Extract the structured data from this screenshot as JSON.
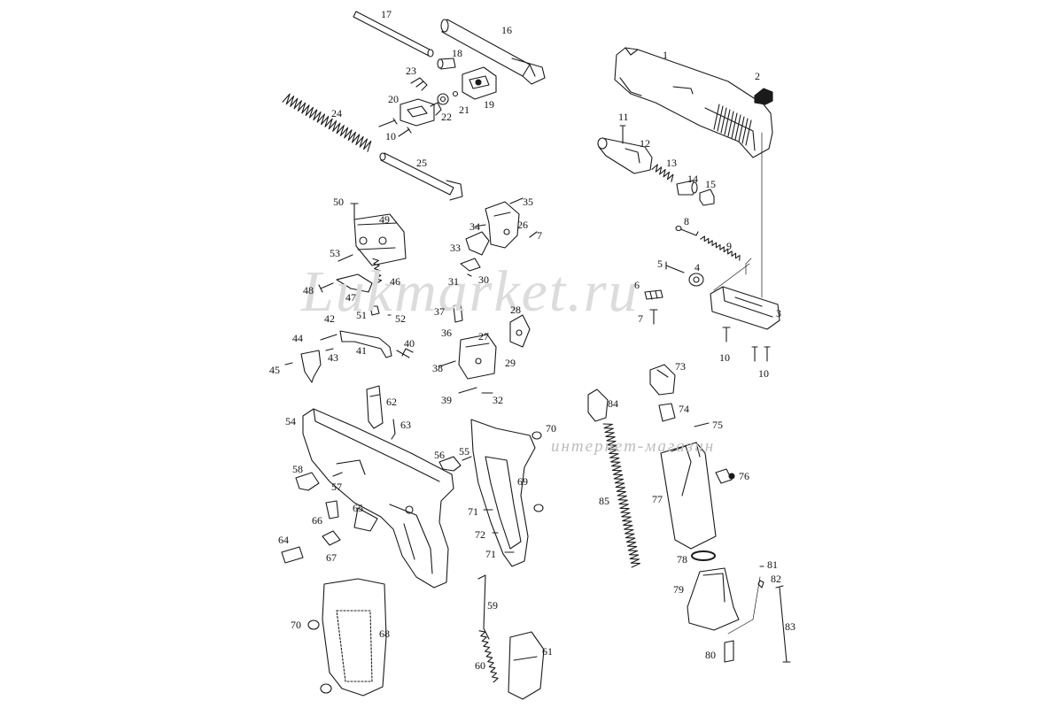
{
  "watermark": {
    "main": "Lukmarket.ru",
    "sub": "интернет-магазин"
  },
  "callouts": [
    {
      "id": "c1",
      "text": "1"
    },
    {
      "id": "c2",
      "text": "2"
    },
    {
      "id": "c3",
      "text": "3"
    },
    {
      "id": "c4",
      "text": "4"
    },
    {
      "id": "c5",
      "text": "5"
    },
    {
      "id": "c6",
      "text": "6"
    },
    {
      "id": "c7a",
      "text": "7"
    },
    {
      "id": "c7b",
      "text": "7"
    },
    {
      "id": "c8",
      "text": "8"
    },
    {
      "id": "c9",
      "text": "9"
    },
    {
      "id": "c10a",
      "text": "10"
    },
    {
      "id": "c10b",
      "text": "10"
    },
    {
      "id": "c10c",
      "text": "10"
    },
    {
      "id": "c11",
      "text": "11"
    },
    {
      "id": "c12",
      "text": "12"
    },
    {
      "id": "c13",
      "text": "13"
    },
    {
      "id": "c14",
      "text": "14"
    },
    {
      "id": "c15",
      "text": "15"
    },
    {
      "id": "c16",
      "text": "16"
    },
    {
      "id": "c17",
      "text": "17"
    },
    {
      "id": "c18",
      "text": "18"
    },
    {
      "id": "c19",
      "text": "19"
    },
    {
      "id": "c20",
      "text": "20"
    },
    {
      "id": "c21",
      "text": "21"
    },
    {
      "id": "c22",
      "text": "22"
    },
    {
      "id": "c23",
      "text": "23"
    },
    {
      "id": "c24",
      "text": "24"
    },
    {
      "id": "c25",
      "text": "25"
    },
    {
      "id": "c26",
      "text": "26"
    },
    {
      "id": "c27",
      "text": "27"
    },
    {
      "id": "c28",
      "text": "28"
    },
    {
      "id": "c29",
      "text": "29"
    },
    {
      "id": "c30",
      "text": "30"
    },
    {
      "id": "c31",
      "text": "31"
    },
    {
      "id": "c32",
      "text": "32"
    },
    {
      "id": "c33",
      "text": "33"
    },
    {
      "id": "c34",
      "text": "34"
    },
    {
      "id": "c35",
      "text": "35"
    },
    {
      "id": "c36",
      "text": "36"
    },
    {
      "id": "c37",
      "text": "37"
    },
    {
      "id": "c38",
      "text": "38"
    },
    {
      "id": "c39",
      "text": "39"
    },
    {
      "id": "c40",
      "text": "40"
    },
    {
      "id": "c41",
      "text": "41"
    },
    {
      "id": "c42",
      "text": "42"
    },
    {
      "id": "c43",
      "text": "43"
    },
    {
      "id": "c44",
      "text": "44"
    },
    {
      "id": "c45",
      "text": "45"
    },
    {
      "id": "c46",
      "text": "46"
    },
    {
      "id": "c47",
      "text": "47"
    },
    {
      "id": "c48",
      "text": "48"
    },
    {
      "id": "c49",
      "text": "49"
    },
    {
      "id": "c50",
      "text": "50"
    },
    {
      "id": "c51",
      "text": "51"
    },
    {
      "id": "c52",
      "text": "52"
    },
    {
      "id": "c53",
      "text": "53"
    },
    {
      "id": "c54",
      "text": "54"
    },
    {
      "id": "c55",
      "text": "55"
    },
    {
      "id": "c56",
      "text": "56"
    },
    {
      "id": "c57",
      "text": "57"
    },
    {
      "id": "c58",
      "text": "58"
    },
    {
      "id": "c59",
      "text": "59"
    },
    {
      "id": "c60",
      "text": "60"
    },
    {
      "id": "c61",
      "text": "61"
    },
    {
      "id": "c62",
      "text": "62"
    },
    {
      "id": "c63",
      "text": "63"
    },
    {
      "id": "c64",
      "text": "64"
    },
    {
      "id": "c65",
      "text": "65"
    },
    {
      "id": "c66",
      "text": "66"
    },
    {
      "id": "c67",
      "text": "67"
    },
    {
      "id": "c68",
      "text": "68"
    },
    {
      "id": "c69",
      "text": "69"
    },
    {
      "id": "c70a",
      "text": "70"
    },
    {
      "id": "c70b",
      "text": "70"
    },
    {
      "id": "c71a",
      "text": "71"
    },
    {
      "id": "c71b",
      "text": "71"
    },
    {
      "id": "c72",
      "text": "72"
    },
    {
      "id": "c73",
      "text": "73"
    },
    {
      "id": "c74",
      "text": "74"
    },
    {
      "id": "c75",
      "text": "75"
    },
    {
      "id": "c76",
      "text": "76"
    },
    {
      "id": "c77",
      "text": "77"
    },
    {
      "id": "c78",
      "text": "78"
    },
    {
      "id": "c79",
      "text": "79"
    },
    {
      "id": "c80",
      "text": "80"
    },
    {
      "id": "c81",
      "text": "81"
    },
    {
      "id": "c82",
      "text": "82"
    },
    {
      "id": "c83",
      "text": "83"
    },
    {
      "id": "c84",
      "text": "84"
    },
    {
      "id": "c85",
      "text": "85"
    }
  ]
}
